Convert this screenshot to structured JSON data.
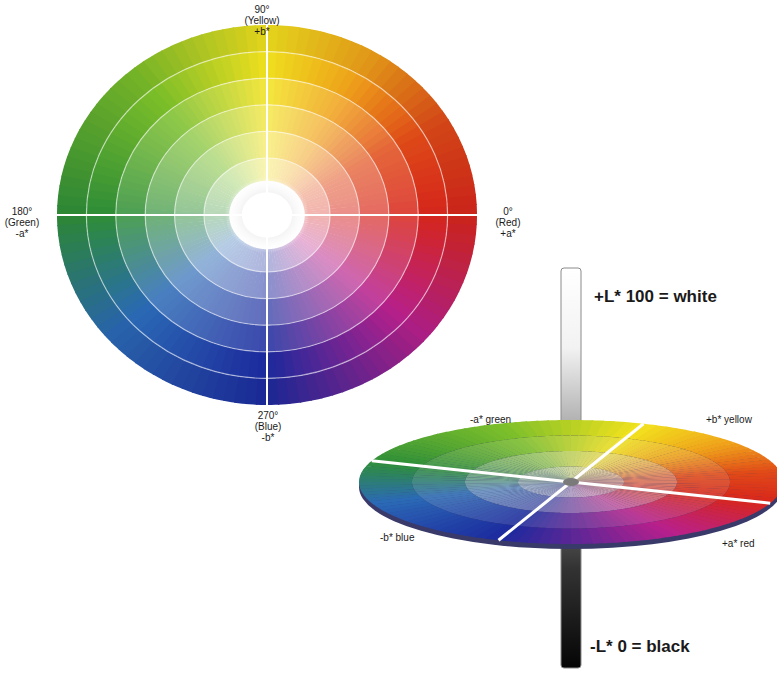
{
  "diagram": {
    "labels": [
      "90° (Yellow) +b*",
      "180° (Green) -a*",
      "0° (Red) +a*",
      "270° (Blue) -b*",
      "+L* 100 = white",
      "-a* green",
      "+b* yellow",
      "-b* blue",
      "+a* red",
      "-L* 0 = black"
    ]
  }
}
